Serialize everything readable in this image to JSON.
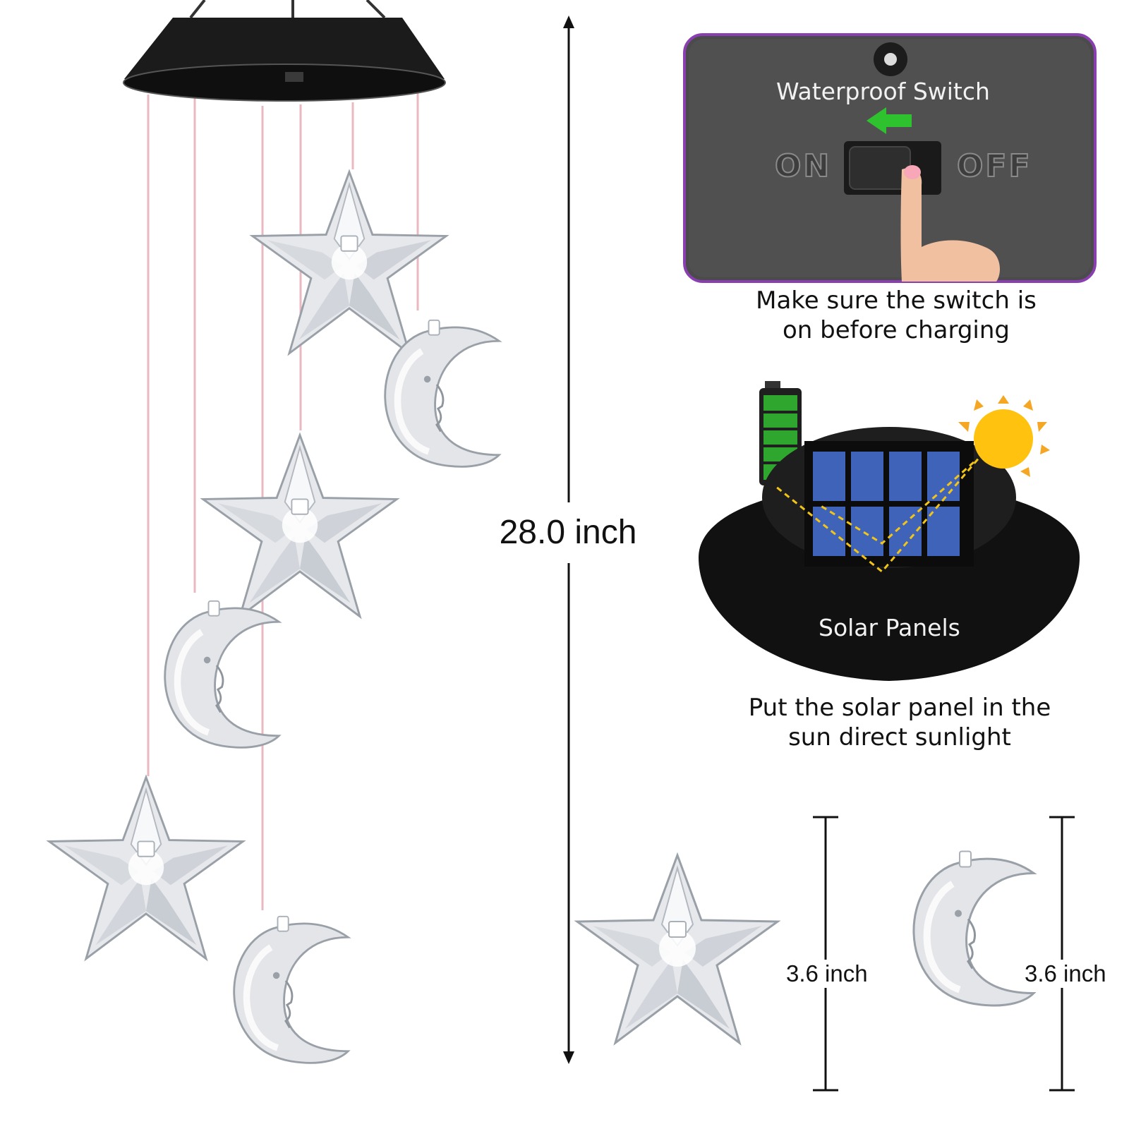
{
  "dimensions": {
    "total_height": "28.0 inch",
    "star_size": "3.6 inch",
    "moon_size": "3.6 inch"
  },
  "switch_panel": {
    "title": "Waterproof Switch",
    "on_label": "ON",
    "off_label": "OFF",
    "caption_line1": "Make sure the switch is",
    "caption_line2": "on before charging",
    "border_color": "#8a3fb0",
    "arrow_color": "#2fc22f"
  },
  "solar_panel": {
    "label": "Solar Panels",
    "caption_line1": "Put the solar panel in the",
    "caption_line2": "sun direct sunlight",
    "sun_color": "#ffc20e",
    "battery_color": "#2fa72f"
  }
}
